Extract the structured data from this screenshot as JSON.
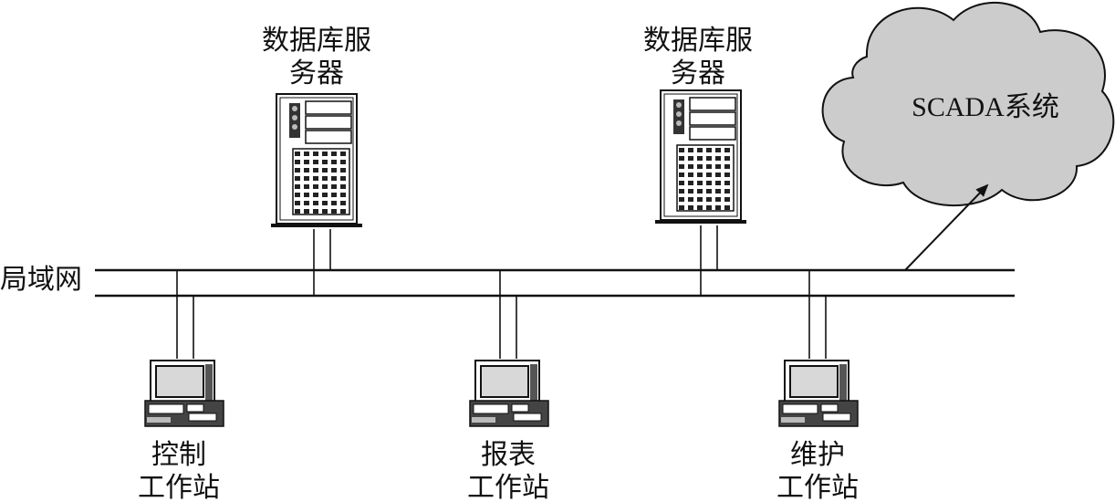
{
  "lan": {
    "label": "局域网"
  },
  "servers": [
    {
      "label_line1": "数据库服",
      "label_line2": "务器"
    },
    {
      "label_line1": "数据库服",
      "label_line2": "务器"
    }
  ],
  "cloud": {
    "label": "SCADA系统"
  },
  "workstations": [
    {
      "label_line1": "控制",
      "label_line2": "工作站"
    },
    {
      "label_line1": "报表",
      "label_line2": "工作站"
    },
    {
      "label_line1": "维护",
      "label_line2": "工作站"
    }
  ]
}
